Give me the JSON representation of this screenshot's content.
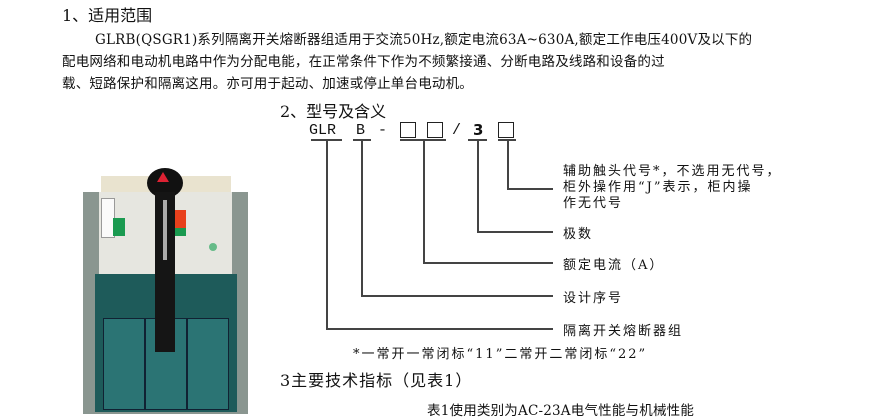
{
  "section1": {
    "title": "1、适用范围",
    "lines": [
      "GLRB(QSGR1)系列隔离开关熔断器组适用于交流50Hz,额定电流63A~630A,额定工作电压400V及以下的",
      "配电网络和电动机电路中作为分配电能，在正常条件下作为不频繁接通、分断电路及线路和设备的过",
      "载、短路保护和隔离这用。亦可用于起动、加速或停止单台电动机。"
    ]
  },
  "section2": {
    "title": "2、型号及含义",
    "code": {
      "p1": "GLR",
      "p2": "B",
      "dash": "-",
      "slash": "/",
      "poles": "3"
    },
    "labels": {
      "aux": [
        "辅助触头代号*，不选用无代号，",
        "柜外操作用“J”表示，柜内操",
        "作无代号"
      ],
      "poles": "极数",
      "current": "额定电流（A）",
      "design": "设计序号",
      "name": "隔离开关熔断器组"
    },
    "footnote": "*一常开一常闭标“11”二常开二常闭标“22”"
  },
  "section3": {
    "title": "3主要技术指标（见表1）",
    "table_caption": "表1使用类别为AC-23A电气性能与机械性能"
  }
}
